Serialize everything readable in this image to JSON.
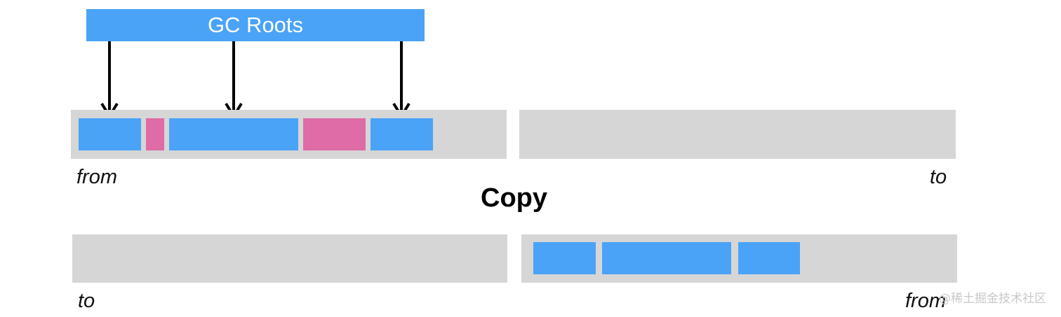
{
  "gc_roots": {
    "label": "GC Roots"
  },
  "phase_label": "Copy",
  "before": {
    "left_space_label": "from",
    "right_space_label": "to",
    "left_blocks": [
      {
        "kind": "live"
      },
      {
        "kind": "dead"
      },
      {
        "kind": "live"
      },
      {
        "kind": "dead"
      },
      {
        "kind": "live"
      }
    ],
    "right_blocks": []
  },
  "after": {
    "left_space_label": "to",
    "right_space_label": "from",
    "left_blocks": [],
    "right_blocks": [
      {
        "kind": "live"
      },
      {
        "kind": "live"
      },
      {
        "kind": "live"
      }
    ]
  },
  "colors": {
    "live": "#4aa3f7",
    "dead": "#df6ba7",
    "space": "#d6d6d6",
    "root_bar": "#4aa3f7"
  },
  "watermark": "@稀土掘金技术社区"
}
